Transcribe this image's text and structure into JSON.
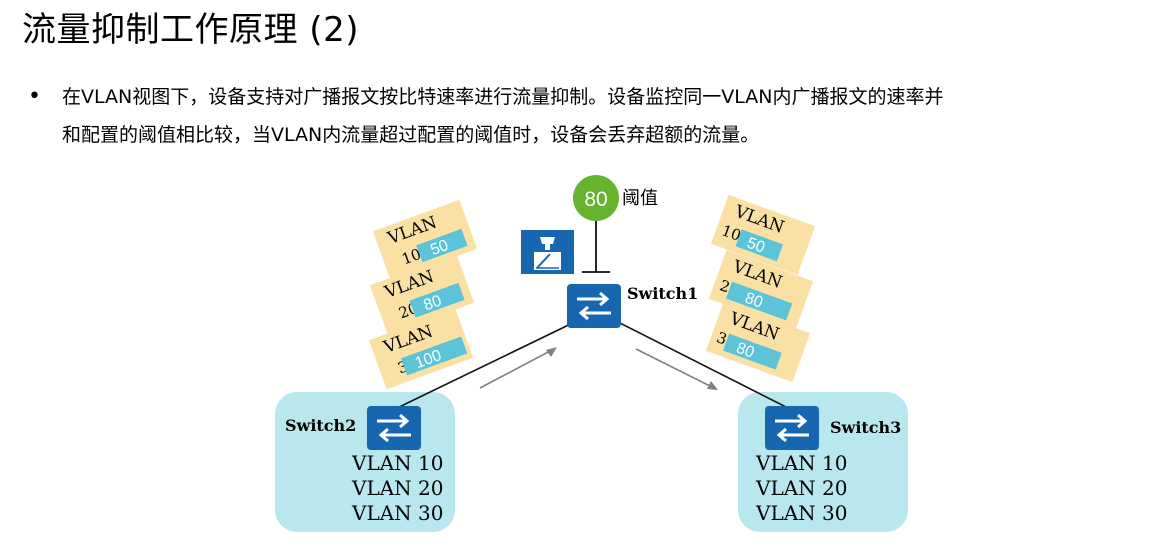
{
  "title": "流量抑制工作原理 (2)",
  "bullet": {
    "line1": "在VLAN视图下，设备支持对广播报文按比特速率进行流量抑制。设备监控同一VLAN内广播报文的速率并",
    "line2": "和配置的阈值相比较，当VLAN内流量超过配置的阈值时，设备会丢弃超额的流量。"
  },
  "diagram": {
    "threshold": {
      "value": "80",
      "label": "阈值"
    },
    "switch1": {
      "name": "Switch1"
    },
    "switch2": {
      "name": "Switch2",
      "vlans": [
        "VLAN 10",
        "VLAN 20",
        "VLAN 30"
      ]
    },
    "switch3": {
      "name": "Switch3",
      "vlans": [
        "VLAN 10",
        "VLAN 20",
        "VLAN 30"
      ]
    },
    "incoming_packets": [
      {
        "vlan_label": "VLAN",
        "vlan_id": "10",
        "rate": "50"
      },
      {
        "vlan_label": "VLAN",
        "vlan_id": "20",
        "rate": "80"
      },
      {
        "vlan_label": "VLAN",
        "vlan_id": "30",
        "rate": "100"
      }
    ],
    "outgoing_packets": [
      {
        "vlan_label": "VLAN",
        "vlan_id": "10",
        "rate": "50"
      },
      {
        "vlan_label": "VLAN",
        "vlan_id": "20",
        "rate": "80"
      },
      {
        "vlan_label": "VLAN",
        "vlan_id": "30",
        "rate": "80"
      }
    ],
    "colors": {
      "switch_blue": "#1766b0",
      "threshold_green": "#66b32e",
      "packet_bg": "#fbe0a3",
      "rate_tag": "#5bc4d8",
      "zone_bg": "#b9e7ee",
      "arrow_gray": "#808080"
    }
  }
}
